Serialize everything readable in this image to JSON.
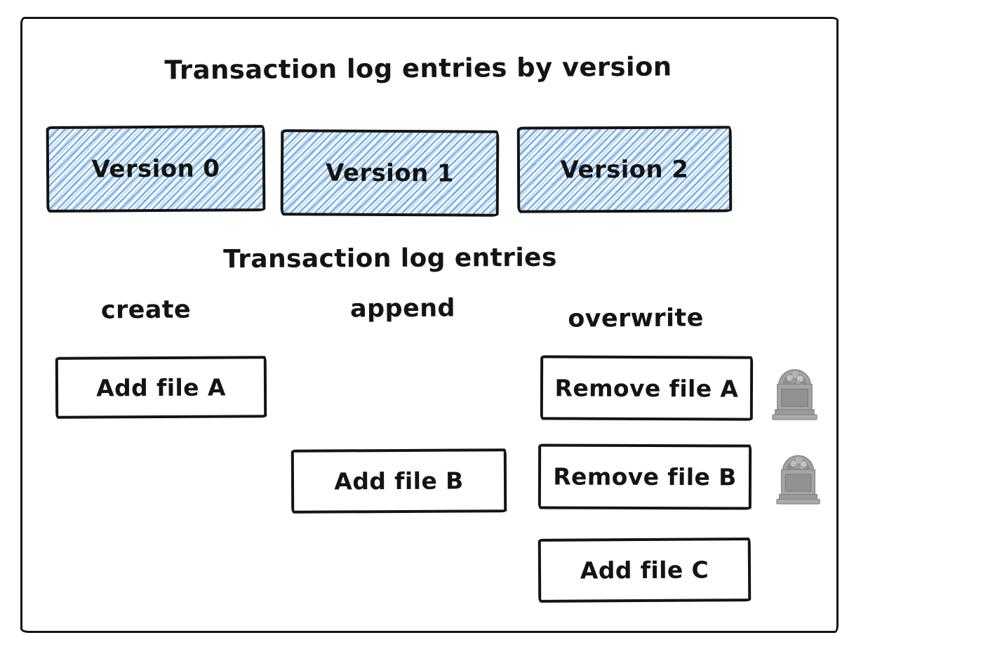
{
  "diagram": {
    "title": "Transaction log entries by version",
    "subtitle": "Transaction log entries",
    "versions": [
      {
        "label": "Version 0"
      },
      {
        "label": "Version 1"
      },
      {
        "label": "Version 2"
      }
    ],
    "columns": [
      {
        "label": "create"
      },
      {
        "label": "append"
      },
      {
        "label": "overwrite"
      }
    ],
    "entries": [
      {
        "label": "Add file A",
        "column": "create",
        "row": 0,
        "tombstone": false
      },
      {
        "label": "Remove file A",
        "column": "overwrite",
        "row": 0,
        "tombstone": true
      },
      {
        "label": "Add file B",
        "column": "append",
        "row": 1,
        "tombstone": false
      },
      {
        "label": "Remove file B",
        "column": "overwrite",
        "row": 1,
        "tombstone": true
      },
      {
        "label": "Add file C",
        "column": "overwrite",
        "row": 2,
        "tombstone": false
      }
    ],
    "icons": {
      "tombstone": "🪦"
    },
    "colors": {
      "background": "#ffffff",
      "stroke_black": "#141414",
      "hatch_blue": "#74ade0",
      "tombstone_gray": "#a5a5a5"
    }
  }
}
